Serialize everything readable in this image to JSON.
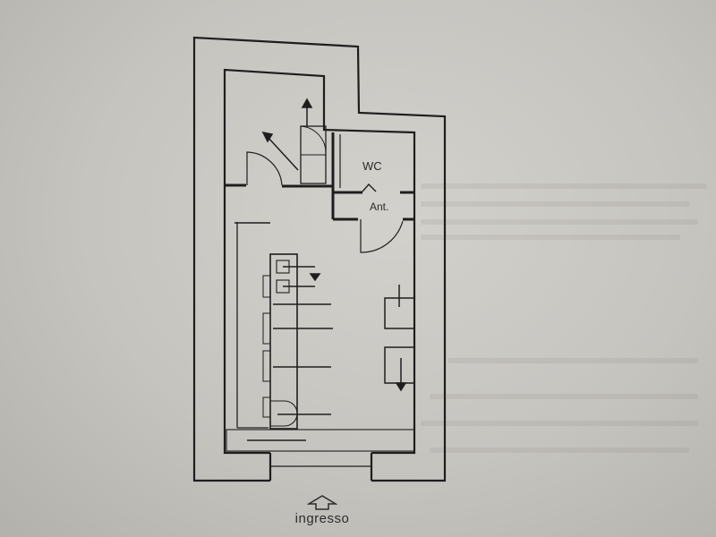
{
  "rooms": {
    "wc": "WC",
    "antibagno": "Ant."
  },
  "entrance": {
    "label": "ingresso",
    "icon": "arrow-up-icon"
  },
  "colors": {
    "paper": "#c9c7c2",
    "ink": "#1e1e1e"
  }
}
